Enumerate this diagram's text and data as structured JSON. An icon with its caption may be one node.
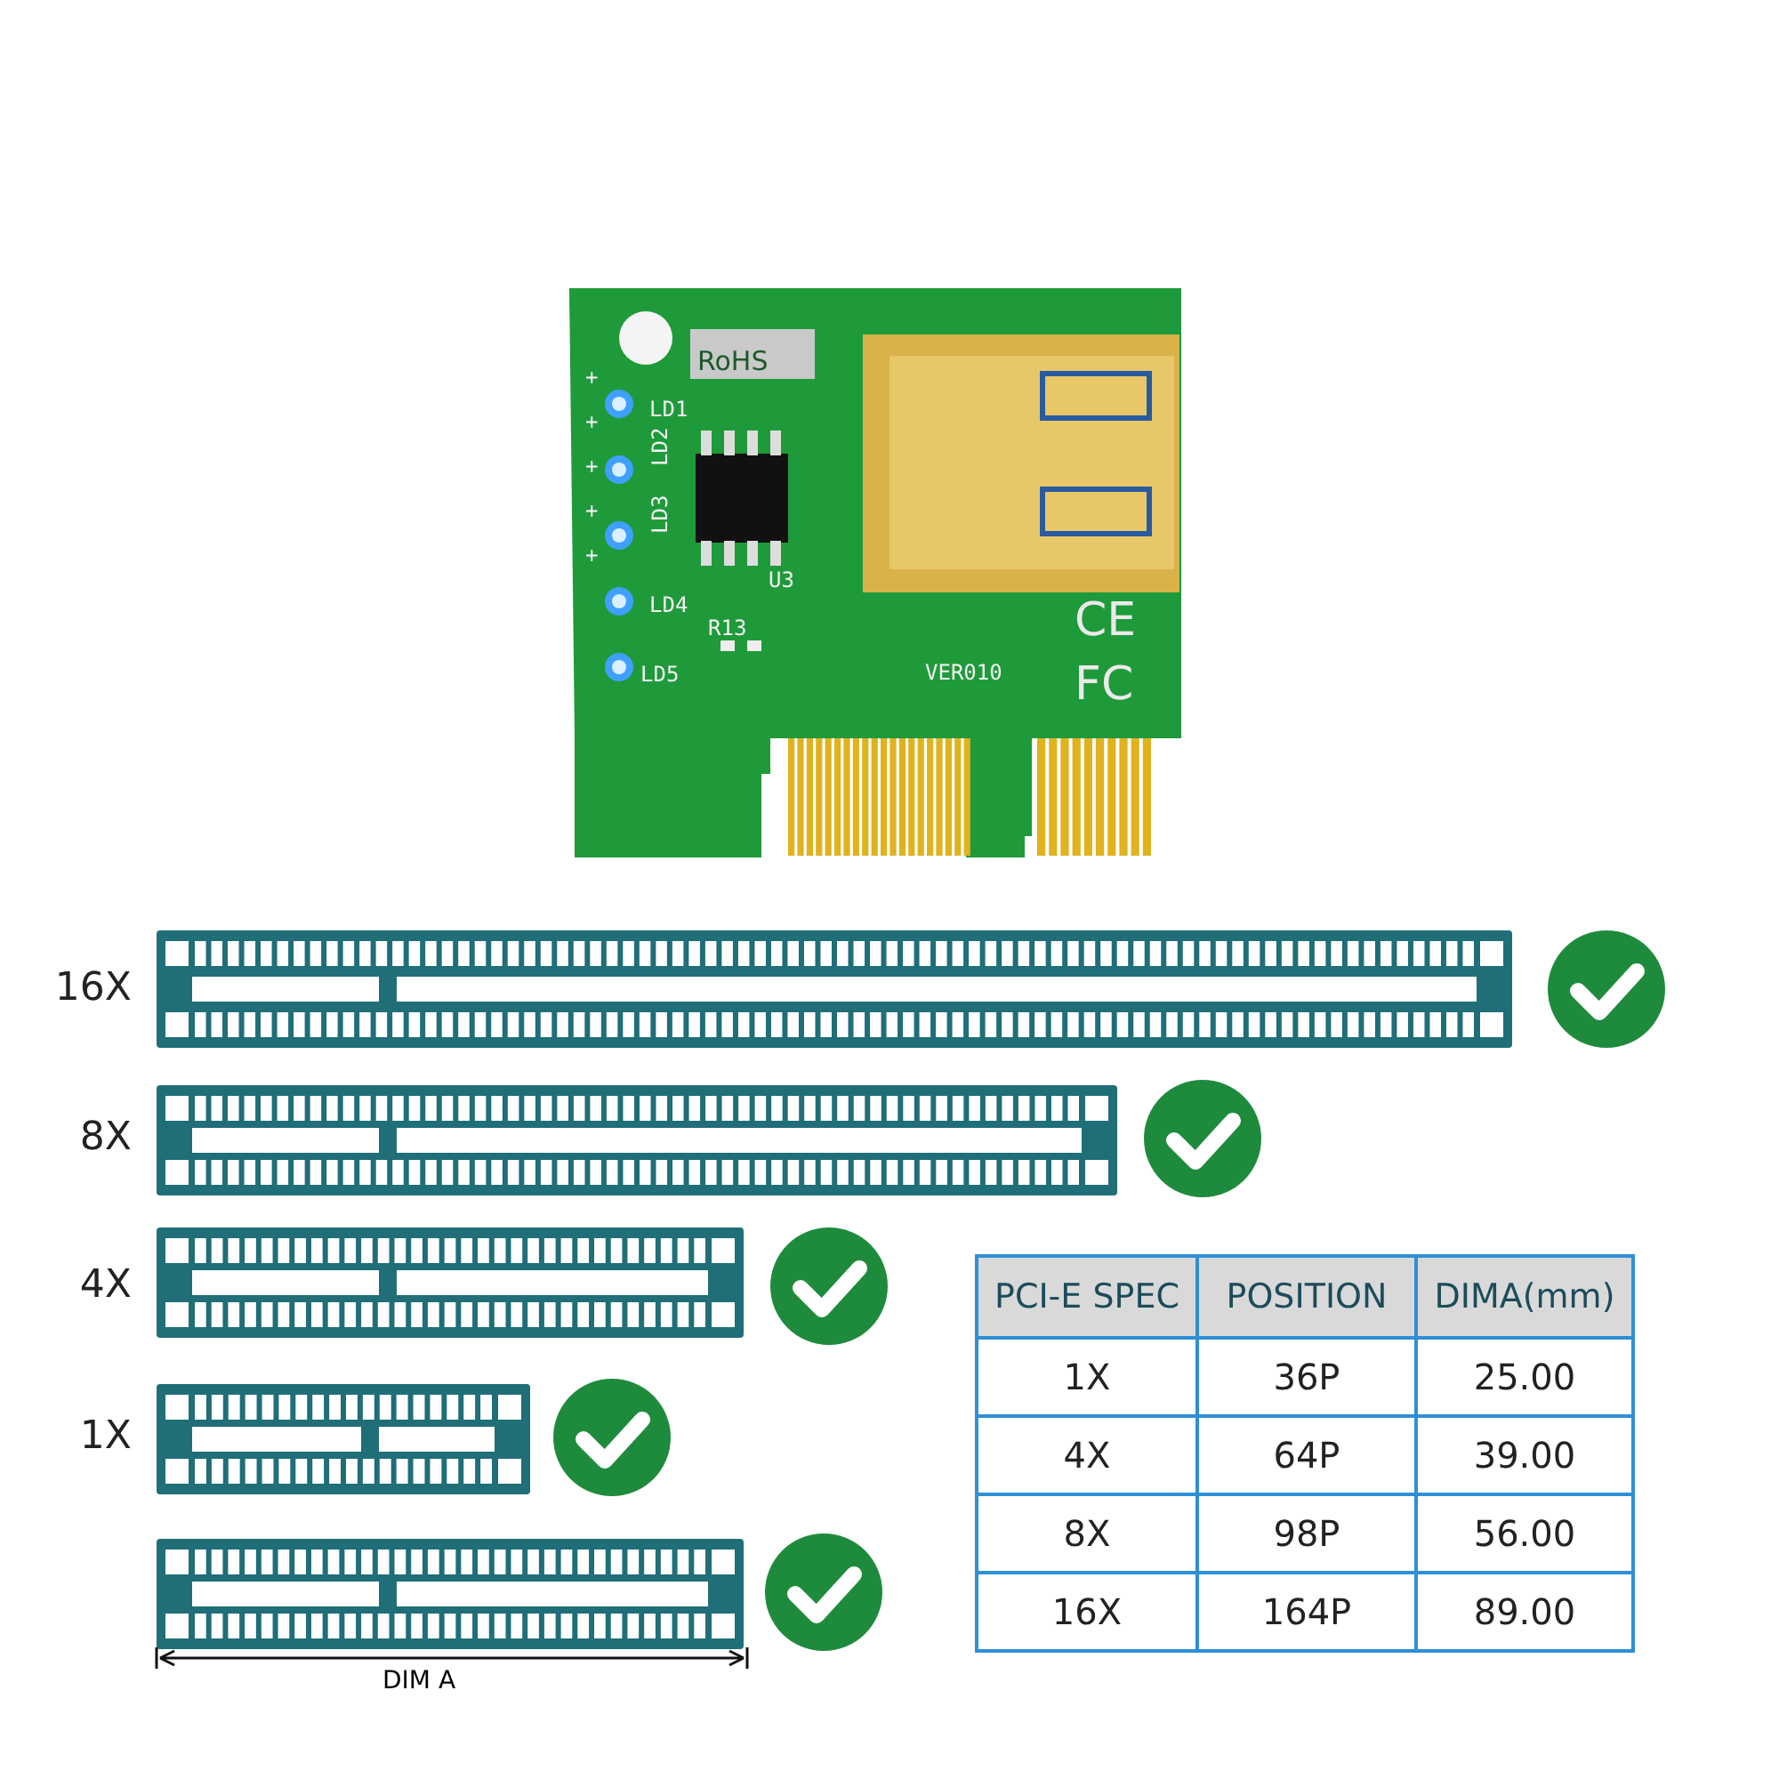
{
  "diagram": {
    "labels": [
      "RoHS",
      "+",
      "LD1",
      "+",
      "LD2",
      "+",
      "LD3",
      "U3",
      "+",
      "LD4",
      "+",
      "R13",
      "LD5",
      "VER010",
      "CE",
      "FC",
      "16X",
      "8X",
      "4X",
      "1X",
      "DIM A",
      "PCI-E SPEC",
      "POSITION",
      "DIMA(mm)",
      "1X",
      "36P",
      "25.00",
      "4X",
      "64P",
      "39.00",
      "8X",
      "98P",
      "56.00",
      "16X",
      "164P",
      "89.00"
    ]
  }
}
